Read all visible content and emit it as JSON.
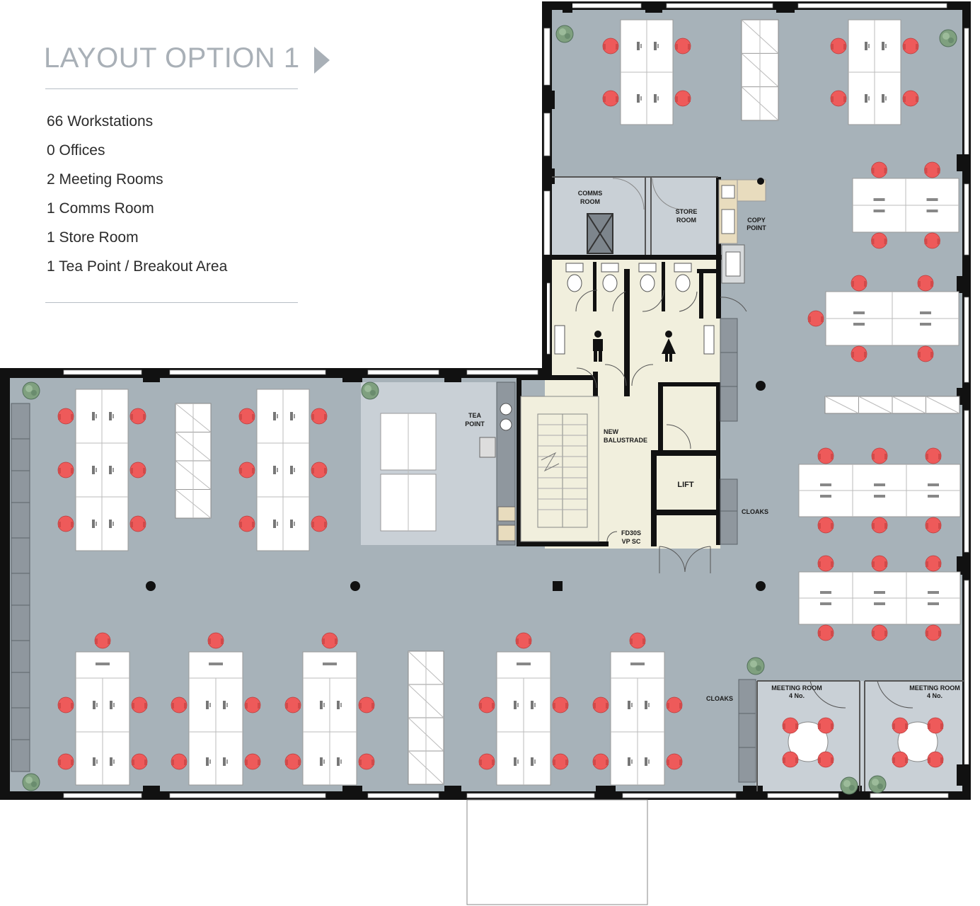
{
  "header": {
    "title": "LAYOUT OPTION 1"
  },
  "summary": [
    "66 Workstations",
    "0 Offices",
    "2 Meeting Rooms",
    "1 Comms Room",
    "1 Store Room",
    "1 Tea Point / Breakout Area"
  ],
  "labels": {
    "comms_room": [
      "COMMS",
      "ROOM"
    ],
    "store_room": [
      "STORE",
      "ROOM"
    ],
    "copy_point": [
      "COPY",
      "POINT"
    ],
    "tea_point": [
      "TEA",
      "POINT"
    ],
    "new_balustrade": [
      "NEW",
      "BALUSTRADE"
    ],
    "lift": "LIFT",
    "fire_door": [
      "FD30S",
      "VP SC"
    ],
    "cloaks_upper": "CLOAKS",
    "cloaks_lower": "CLOAKS",
    "meeting_room_left": [
      "MEETING ROOM",
      "4 No."
    ],
    "meeting_room_right": [
      "MEETING ROOM",
      "4 No."
    ]
  },
  "colors": {
    "floor": "#a7b2b9",
    "wall": "#111111",
    "core": "#f1efdd",
    "service_room": "#c9d0d6",
    "desk": "#ffffff",
    "chair": "#ee5a5a",
    "storage": "#8f979e",
    "plant": "#7b9a7b"
  }
}
